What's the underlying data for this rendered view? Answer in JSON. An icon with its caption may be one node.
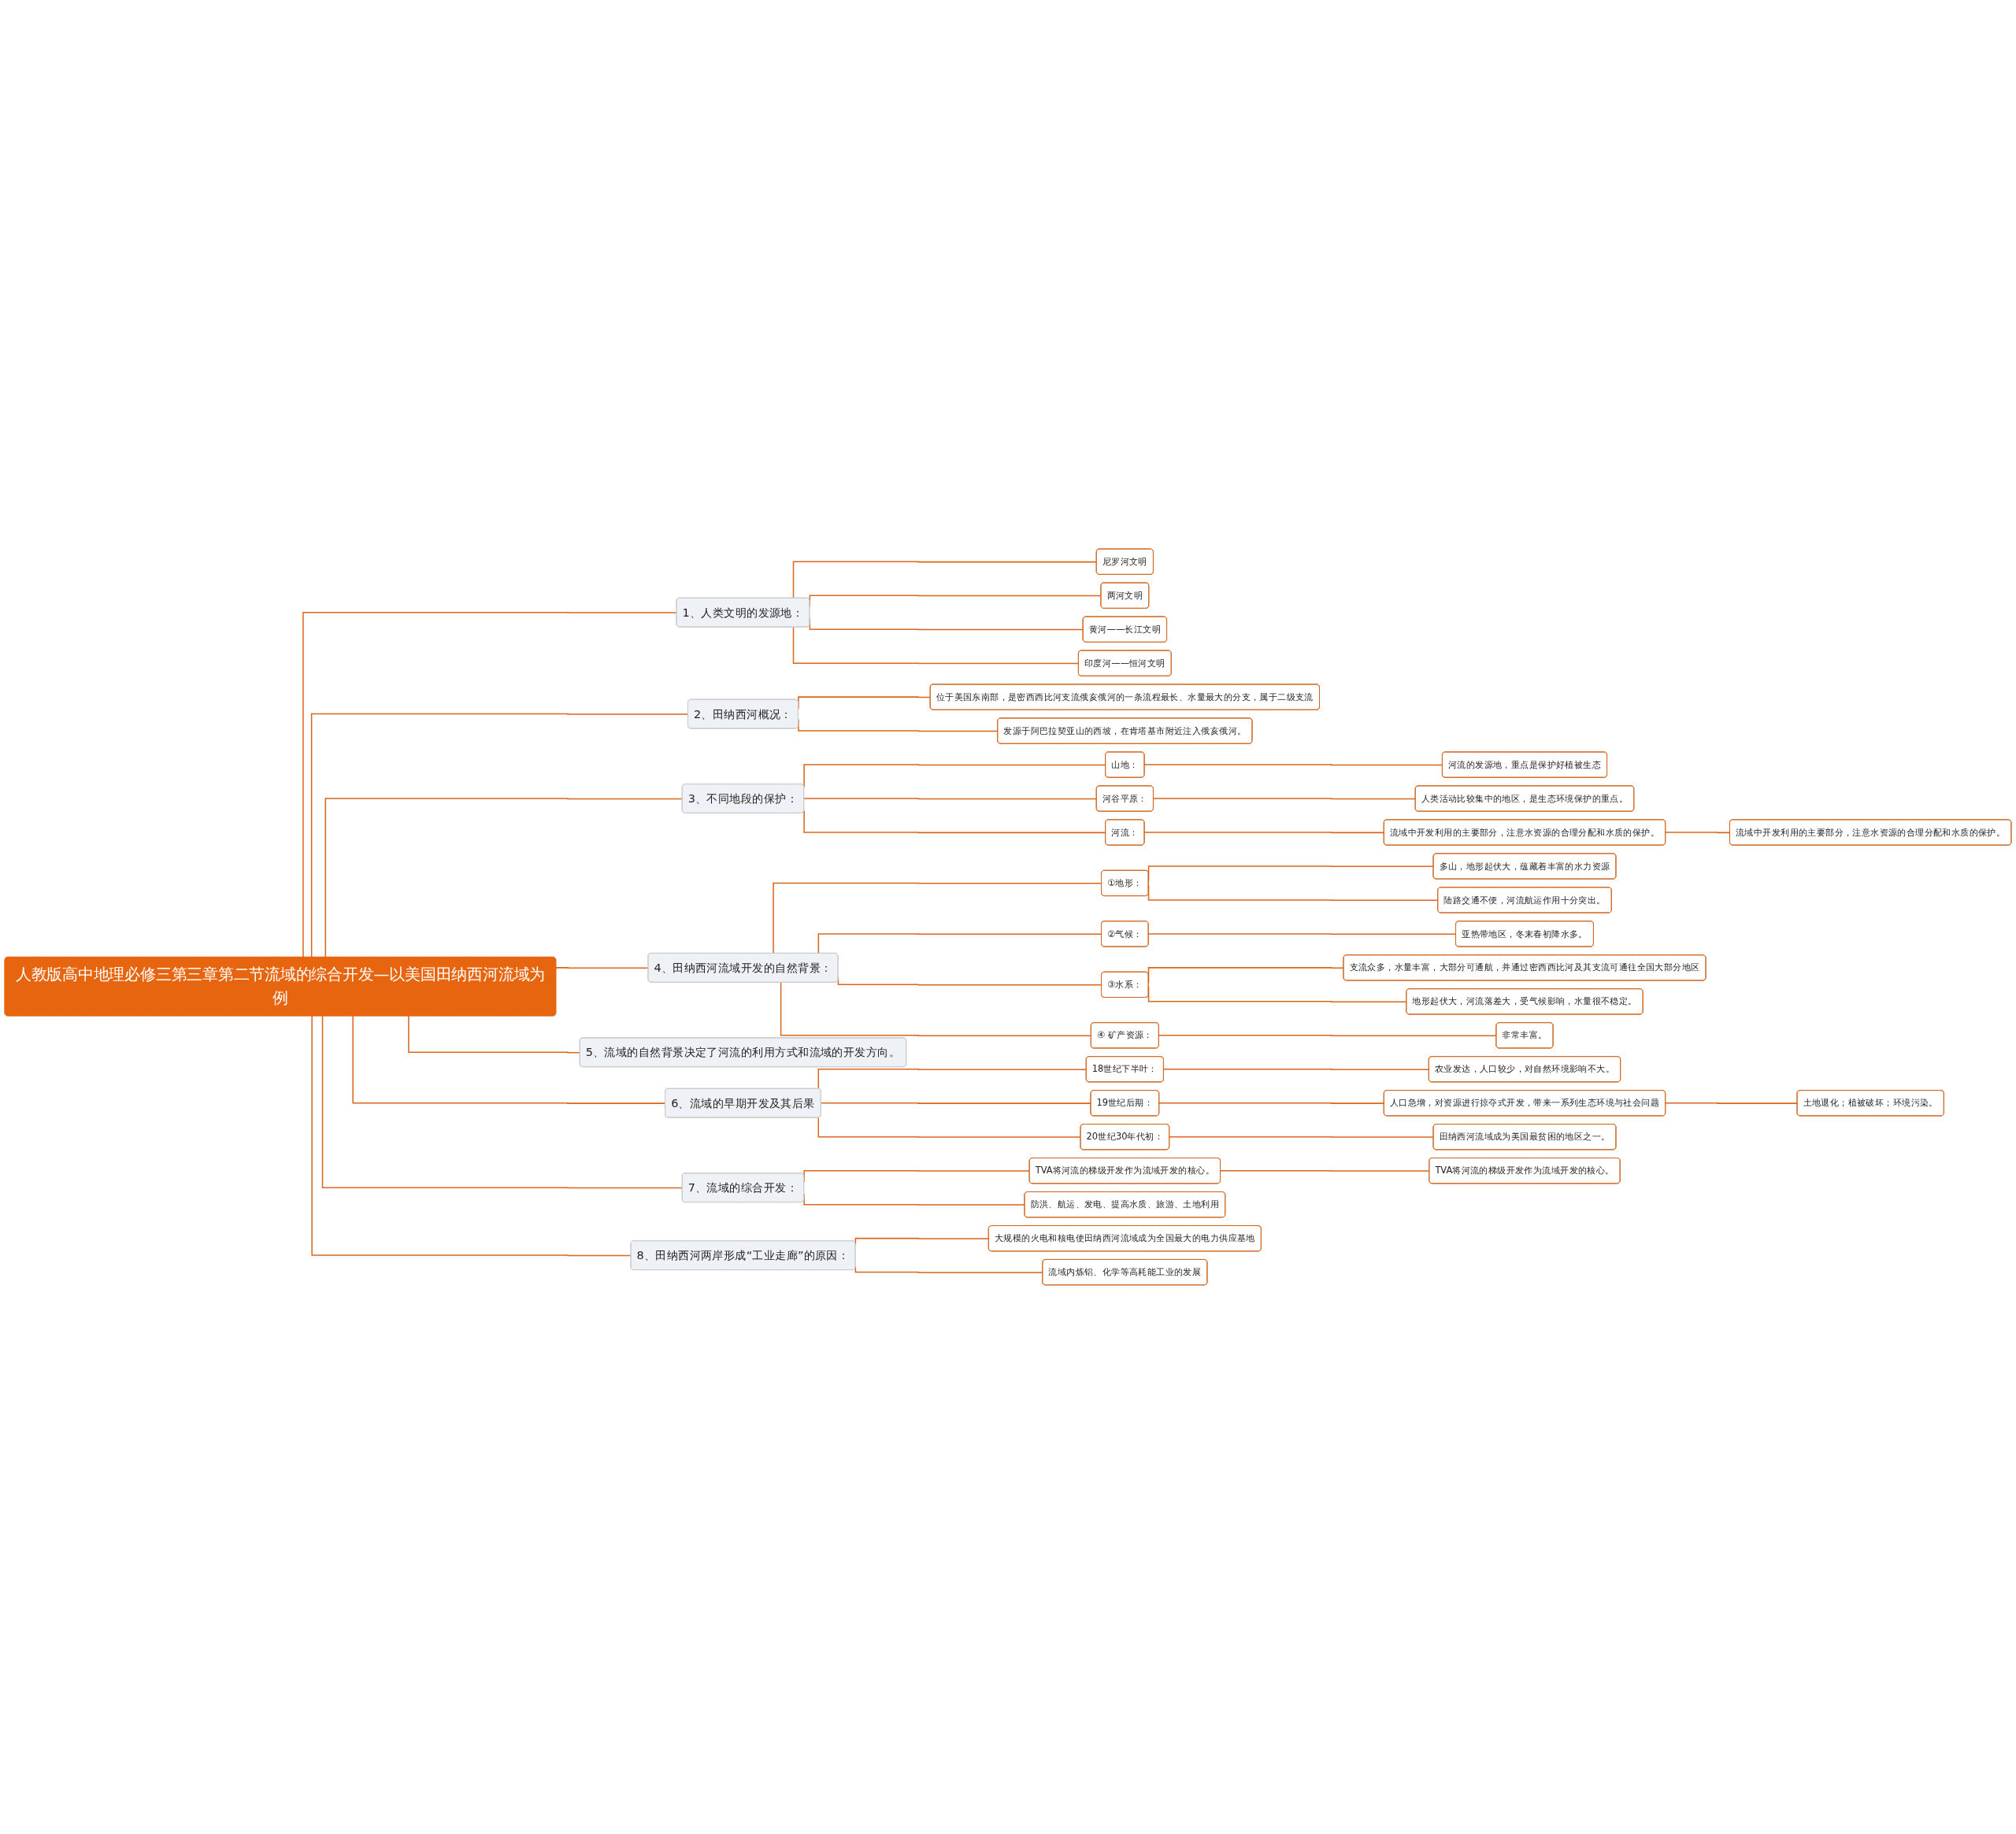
{
  "diagram": {
    "nodes": [
      {
        "text": [
          "人教版高中地理必修三第三章第二节流域的综合开发—以美国田纳西河流域为例"
        ]
      },
      {
        "text": [
          "1、人类文明的发源地："
        ]
      },
      {
        "text": [
          "尼罗河文明"
        ]
      },
      {
        "text": [
          "两河文明"
        ]
      },
      {
        "text": [
          "黄河——长江文明"
        ]
      },
      {
        "text": [
          "印度河——恒河文明"
        ]
      },
      {
        "text": [
          "2、田纳西河概况："
        ]
      },
      {
        "text": [
          "位于美国东南部，是密西西比河支流俄亥俄河的一条流程最长、水量最大的分支，属于二级支流"
        ]
      },
      {
        "text": [
          "发源于阿巴拉契亚山的西坡，在肯塔基市附近注入俄亥俄河。"
        ]
      },
      {
        "text": [
          "3、不同地段的保护："
        ]
      },
      {
        "text": [
          "山地："
        ]
      },
      {
        "text": [
          "河流的发源地，重点是保护好植被生态"
        ]
      },
      {
        "text": [
          "河谷平原："
        ]
      },
      {
        "text": [
          "人类活动比较集中的地区，是生态环境保护的重点。"
        ]
      },
      {
        "text": [
          "河流："
        ]
      },
      {
        "text": [
          "流域中开发利用的主要部分，注意水资源的合理分配和水质的保护。"
        ]
      },
      {
        "text": [
          "流域中开发利用的主要部分，注意水资源的合理分配和水质的保护。"
        ]
      },
      {
        "text": [
          "4、田纳西河流域开发的自然背景："
        ]
      },
      {
        "text": [
          "①地形："
        ]
      },
      {
        "text": [
          "多山，地形起伏大，蕴藏着丰富的水力资源"
        ]
      },
      {
        "text": [
          "陆路交通不便，河流航运作用十分突出。"
        ]
      },
      {
        "text": [
          "②气候："
        ]
      },
      {
        "text": [
          "亚热带地区，冬末春初降水多。"
        ]
      },
      {
        "text": [
          "③水系："
        ]
      },
      {
        "text": [
          "支流众多，水量丰富，大部分可通航，并通过密西西比河及其支流可通往全国大部分地区"
        ]
      },
      {
        "text": [
          "地形起伏大，河流落差大，受气候影响，水量很不稳定。"
        ]
      },
      {
        "text": [
          "④ 矿产资源："
        ]
      },
      {
        "text": [
          "非常丰富。"
        ]
      },
      {
        "text": [
          "5、流域的自然背景决定了河流的利用方式和流域的开发方向。"
        ]
      },
      {
        "text": [
          "6、流域的早期开发及其后果"
        ]
      },
      {
        "text": [
          "18世纪下半叶："
        ]
      },
      {
        "text": [
          "农业发达，人口较少，对自然环境影响不大。"
        ]
      },
      {
        "text": [
          "19世纪后期："
        ]
      },
      {
        "text": [
          "人口急增，对资源进行掠夺式开发，带来一系列生态环境与社会问题"
        ]
      },
      {
        "text": [
          "土地退化；植被破坏；环境污染。"
        ]
      },
      {
        "text": [
          "20世纪30年代初："
        ]
      },
      {
        "text": [
          "田纳西河流域成为美国最贫困的地区之一。"
        ]
      },
      {
        "text": [
          "7、流域的综合开发："
        ]
      },
      {
        "text": [
          "TVA将河流的梯级开发作为流域开发的核心。"
        ]
      },
      {
        "text": [
          "TVA将河流的梯级开发作为流域开发的核心。"
        ]
      },
      {
        "text": [
          "防洪、航运、发电、提高水质、旅游、土地利用"
        ]
      },
      {
        "text": [
          "8、田纳西河两岸形成“工业走廊”的原因："
        ]
      },
      {
        "text": [
          "大规模的火电和核电使田纳西河流域成为全国最大的电力供应基地"
        ]
      },
      {
        "text": [
          "流域内炼铝、化学等高耗能工业的发展"
        ]
      }
    ],
    "edges": [
      {
        "from": 0,
        "to": 1,
        "arrow": "none"
      },
      {
        "from": 1,
        "to": 2,
        "arrow": "none"
      },
      {
        "from": 1,
        "to": 3,
        "arrow": "none"
      },
      {
        "from": 1,
        "to": 4,
        "arrow": "none"
      },
      {
        "from": 1,
        "to": 5,
        "arrow": "none"
      },
      {
        "from": 0,
        "to": 6,
        "arrow": "none"
      },
      {
        "from": 6,
        "to": 7,
        "arrow": "none"
      },
      {
        "from": 6,
        "to": 8,
        "arrow": "none"
      },
      {
        "from": 0,
        "to": 9,
        "arrow": "none"
      },
      {
        "from": 9,
        "to": 10,
        "arrow": "none"
      },
      {
        "from": 10,
        "to": 11,
        "arrow": "none"
      },
      {
        "from": 9,
        "to": 12,
        "arrow": "none"
      },
      {
        "from": 12,
        "to": 13,
        "arrow": "none"
      },
      {
        "from": 9,
        "to": 14,
        "arrow": "none"
      },
      {
        "from": 14,
        "to": 15,
        "arrow": "none"
      },
      {
        "from": 15,
        "to": 16,
        "arrow": "none"
      },
      {
        "from": 0,
        "to": 17,
        "arrow": "none"
      },
      {
        "from": 17,
        "to": 18,
        "arrow": "none"
      },
      {
        "from": 18,
        "to": 19,
        "arrow": "none"
      },
      {
        "from": 18,
        "to": 20,
        "arrow": "none"
      },
      {
        "from": 17,
        "to": 21,
        "arrow": "none"
      },
      {
        "from": 21,
        "to": 22,
        "arrow": "none"
      },
      {
        "from": 17,
        "to": 23,
        "arrow": "none"
      },
      {
        "from": 23,
        "to": 24,
        "arrow": "none"
      },
      {
        "from": 23,
        "to": 25,
        "arrow": "none"
      },
      {
        "from": 17,
        "to": 26,
        "arrow": "none"
      },
      {
        "from": 26,
        "to": 27,
        "arrow": "none"
      },
      {
        "from": 0,
        "to": 28,
        "arrow": "none"
      },
      {
        "from": 0,
        "to": 29,
        "arrow": "none"
      },
      {
        "from": 29,
        "to": 30,
        "arrow": "none"
      },
      {
        "from": 30,
        "to": 31,
        "arrow": "none"
      },
      {
        "from": 29,
        "to": 32,
        "arrow": "none"
      },
      {
        "from": 32,
        "to": 33,
        "arrow": "none"
      },
      {
        "from": 33,
        "to": 34,
        "arrow": "none"
      },
      {
        "from": 29,
        "to": 35,
        "arrow": "none"
      },
      {
        "from": 35,
        "to": 36,
        "arrow": "none"
      },
      {
        "from": 0,
        "to": 37,
        "arrow": "none"
      },
      {
        "from": 37,
        "to": 38,
        "arrow": "none"
      },
      {
        "from": 38,
        "to": 39,
        "arrow": "none"
      },
      {
        "from": 37,
        "to": 40,
        "arrow": "none"
      },
      {
        "from": 0,
        "to": 41,
        "arrow": "none"
      },
      {
        "from": 41,
        "to": 42,
        "arrow": "none"
      },
      {
        "from": 41,
        "to": 43,
        "arrow": "none"
      }
    ]
  }
}
